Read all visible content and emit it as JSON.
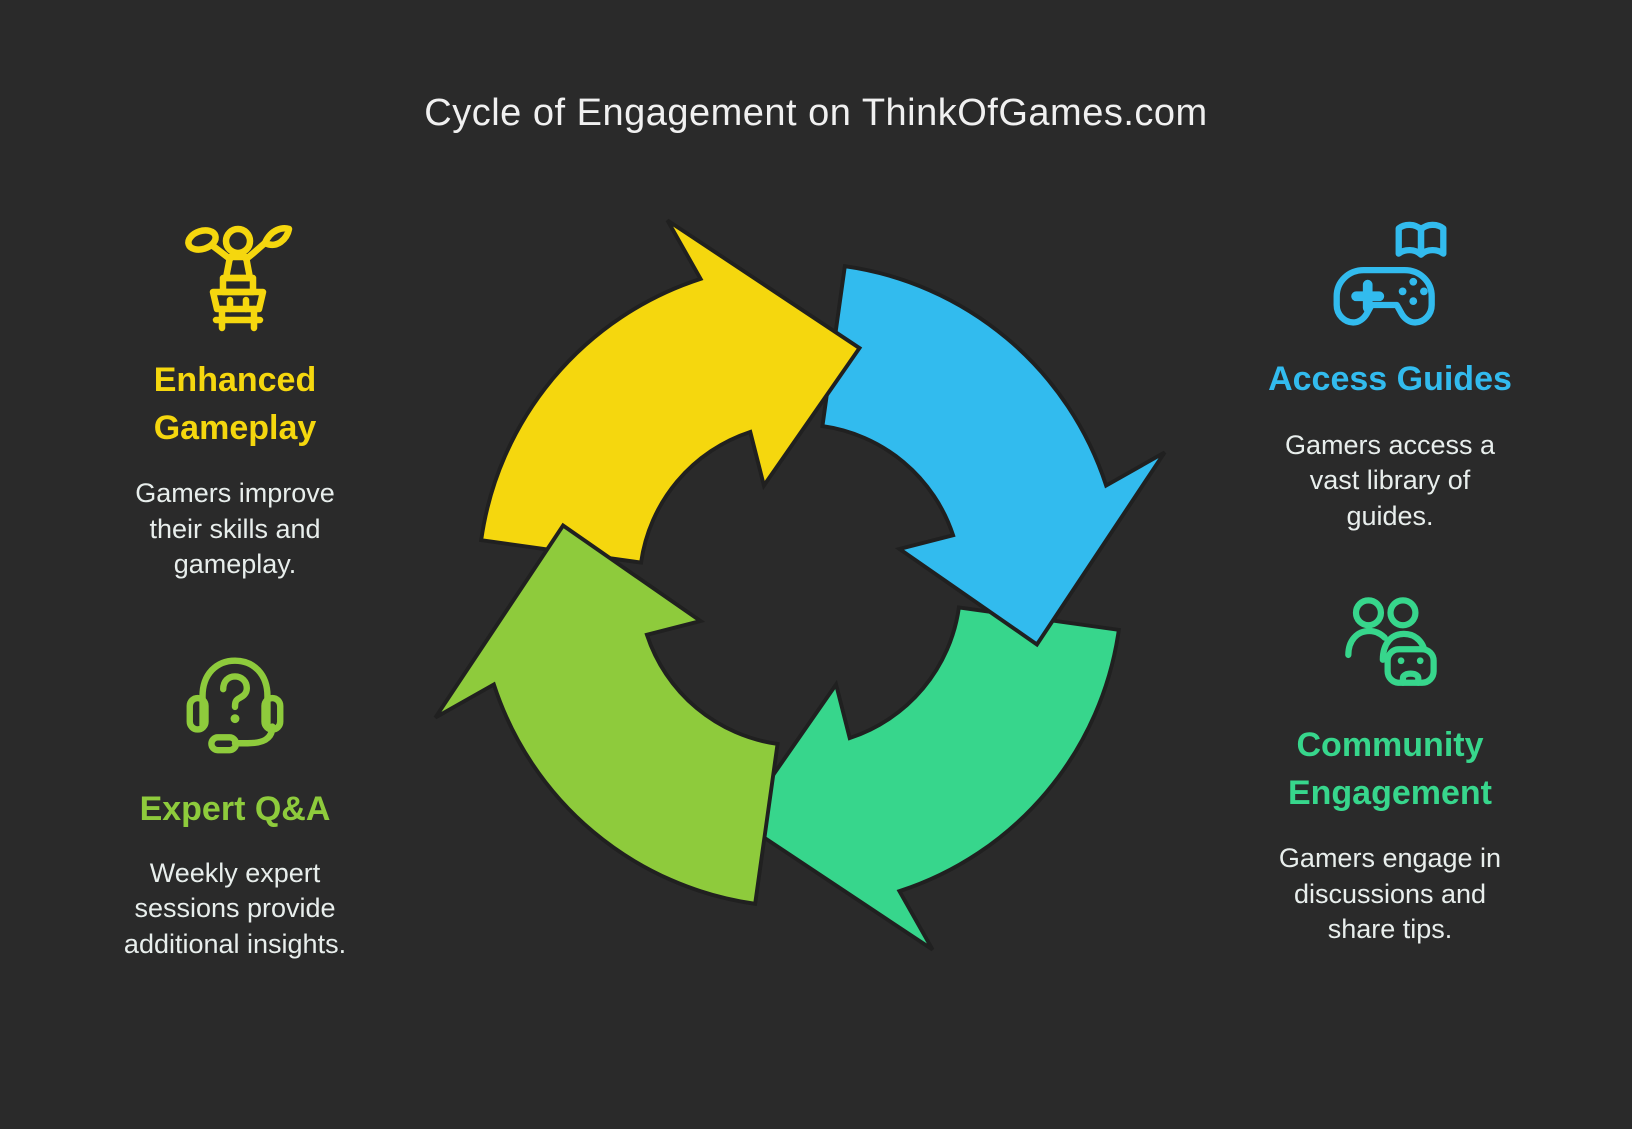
{
  "title": "Cycle of Engagement on ThinkOfGames.com",
  "colors": {
    "background": "#2a2a2a",
    "outline": "#202020",
    "title_text": "#f0f0f0",
    "body_text": "#e8eeec",
    "yellow": "#f5d70e",
    "blue": "#32bbee",
    "green": "#37d68c",
    "lime": "#8ecb3c"
  },
  "sections": [
    {
      "id": "enhanced-gameplay",
      "icon": "winner-podium-icon",
      "accent": "yellow",
      "heading": "Enhanced Gameplay",
      "description": "Gamers improve their skills and gameplay."
    },
    {
      "id": "expert-qa",
      "icon": "headset-question-icon",
      "accent": "lime",
      "heading": "Expert Q&A",
      "description": "Weekly expert sessions provide additional insights."
    },
    {
      "id": "access-guides",
      "icon": "controller-book-icon",
      "accent": "blue",
      "heading": "Access Guides",
      "description": "Gamers access a vast library of guides."
    },
    {
      "id": "community-engagement",
      "icon": "people-controller-icon",
      "accent": "green",
      "heading": "Community Engagement",
      "description": "Gamers engage in discussions and share tips."
    }
  ],
  "cycle": {
    "direction": "clockwise",
    "segments": [
      {
        "name": "enhanced-gameplay",
        "color": "yellow",
        "position": "top-left"
      },
      {
        "name": "access-guides",
        "color": "blue",
        "position": "top-right"
      },
      {
        "name": "community-engagement",
        "color": "green",
        "position": "bottom-right"
      },
      {
        "name": "expert-qa",
        "color": "lime",
        "position": "bottom-left"
      }
    ]
  }
}
